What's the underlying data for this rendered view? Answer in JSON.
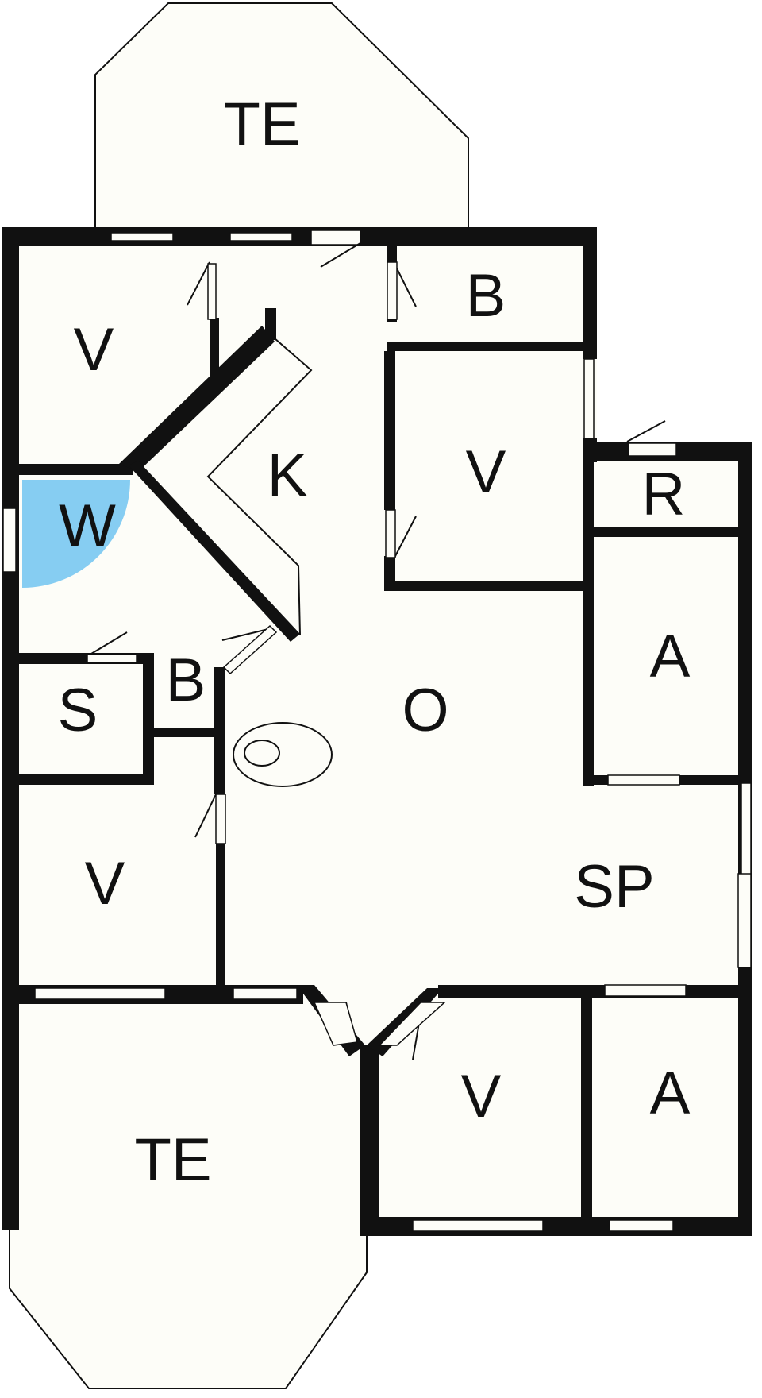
{
  "rooms": {
    "terrace_top": "TE",
    "bedroom_top_left": "V",
    "bath_top": "B",
    "kitchen": "K",
    "bedroom_mid_right": "V",
    "storage_r": "R",
    "utility_w": "W",
    "closet_a_right": "A",
    "sauna": "S",
    "bath_small": "B",
    "living": "O",
    "bedroom_lower_left": "V",
    "dining": "SP",
    "terrace_bottom": "TE",
    "bedroom_bottom": "V",
    "closet_a_bottom": "A"
  },
  "colors": {
    "wall": "#111111",
    "floor": "#fdfdf8",
    "utility_highlight": "#86cdf2"
  }
}
